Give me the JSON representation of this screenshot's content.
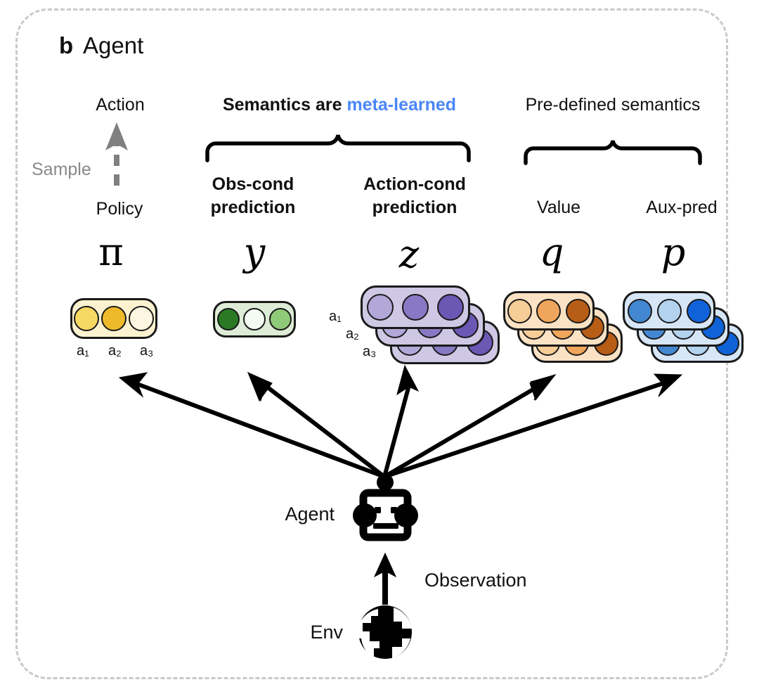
{
  "panel": {
    "letter": "b",
    "title": "Agent"
  },
  "headers": {
    "action": "Action",
    "meta_prefix": "Semantics are ",
    "meta_accent": "meta-learned",
    "predefined": "Pre-defined semantics"
  },
  "policy_path": {
    "sample_label": "Sample",
    "policy_label": "Policy",
    "arrow_icon": "dashed-up-arrow-icon",
    "arrow_color": "#808080"
  },
  "columns": [
    {
      "id": "policy",
      "title": "",
      "glyph": "π",
      "card_fill": "#fdf2d0",
      "stacked": false,
      "dots": [
        "#f7d863",
        "#eeb92b",
        "#fdf6e0"
      ],
      "dot_labels": [
        "a₁",
        "a₂",
        "a₃"
      ]
    },
    {
      "id": "obs-cond",
      "title": "Obs-cond prediction",
      "title_line1": "Obs-cond",
      "title_line2": "prediction",
      "glyph": "y",
      "card_fill": "#ddecd6",
      "stacked": false,
      "dots": [
        "#2a7a24",
        "#f4fbf2",
        "#8fca79"
      ],
      "dot_labels": []
    },
    {
      "id": "action-cond",
      "title": "Action-cond prediction",
      "title_line1": "Action-cond",
      "title_line2": "prediction",
      "glyph": "z",
      "card_fill": "#cec8e4",
      "stacked": true,
      "stack_labels": [
        "a₁",
        "a₂",
        "a₃"
      ],
      "dots": [
        "#b2a8d8",
        "#8879c4",
        "#6a58b4"
      ],
      "dot_labels": []
    },
    {
      "id": "value",
      "title": "Value",
      "glyph": "q",
      "card_fill": "#fbe2c4",
      "stacked": true,
      "dots": [
        "#f6cd96",
        "#efa55c",
        "#b85d16"
      ],
      "dot_labels": []
    },
    {
      "id": "aux-pred",
      "title": "Aux-pred",
      "glyph": "p",
      "card_fill": "#d7e6f6",
      "stacked": true,
      "dots": [
        "#4387d0",
        "#b3d2ee",
        "#1062d8"
      ],
      "dot_labels": []
    }
  ],
  "bottom": {
    "agent_label": "Agent",
    "agent_icon": "robot-icon",
    "observation_label": "Observation",
    "observation_arrow_icon": "up-arrow-icon",
    "env_label": "Env",
    "env_icon": "globe-icon"
  },
  "colors": {
    "accent_blue": "#4a86f7",
    "frame_dashed": "#c9c9c9",
    "ink": "#111111",
    "muted": "#8a8a8a"
  }
}
